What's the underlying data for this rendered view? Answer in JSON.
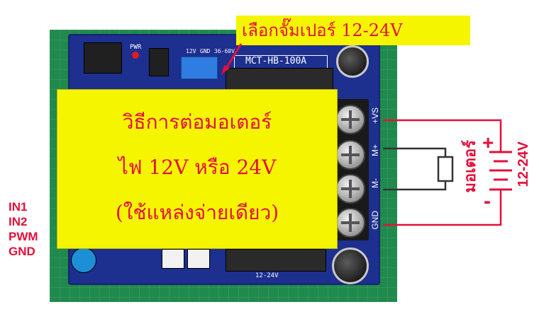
{
  "jumper_label": "เลือกจั๊มเปอร์ 12-24V",
  "box": {
    "line1": "วิธีการต่อมอเตอร์",
    "line2": "ไฟ 12V หรือ 24V",
    "line3": "(ใช้แหล่งจ่ายเดียว)"
  },
  "pins": [
    "IN1",
    "IN2",
    "PWM",
    "GND"
  ],
  "board": {
    "model": "MCT-HB-100A",
    "pwr": "PWR",
    "sel_12v": "12V",
    "sel_gnd": "GND",
    "sel_range": "36-60V",
    "bottom_text": "12-24V"
  },
  "terminals": [
    "+VS",
    "M+",
    "M-",
    "GND"
  ],
  "motor_label": "มอเตอร์",
  "supply_label": "12-24V",
  "supply_plus": "+",
  "supply_minus": "-",
  "colors": {
    "wire": "#e3103a",
    "motor_wire": "#333333",
    "highlight": "#f6f500",
    "board": "#1d2f8f"
  }
}
